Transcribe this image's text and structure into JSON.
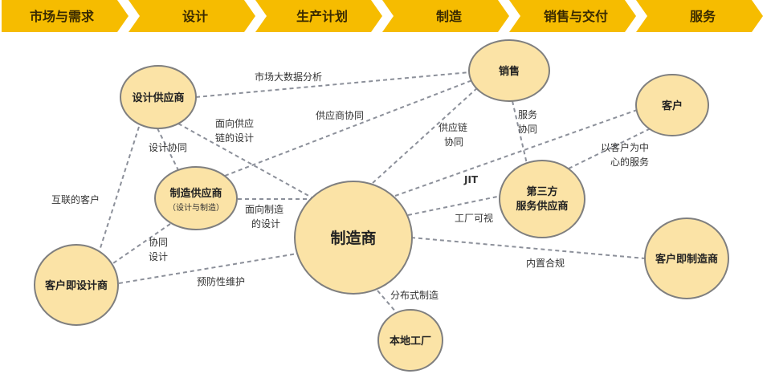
{
  "colors": {
    "chevron": "#F6BC00",
    "node_fill": "#FBE3A6",
    "node_stroke": "#7F7F7F",
    "edge": "#8C909A"
  },
  "stages": [
    "市场与需求",
    "设计",
    "生产计划",
    "制造",
    "销售与交付",
    "服务"
  ],
  "nodes": {
    "design_supplier": "设计供应商",
    "sales": "销售",
    "customer": "客户",
    "mfg_supplier": "制造供应商",
    "mfg_supplier_sub": "（设计与制造）",
    "manufacturer": "制造商",
    "third_party_1": "第三方",
    "third_party_2": "服务供应商",
    "customer_designer": "客户即设计商",
    "customer_manufacturer": "客户即制造商",
    "local_factory": "本地工厂"
  },
  "edges": {
    "market_bigdata": "市场大数据分析",
    "supplier_collab": "供应商协同",
    "dfsc_1": "面向供应",
    "dfsc_2": "链的设计",
    "design_collab": "设计协同",
    "connected_customer": "互联的客户",
    "dfm_1": "面向制造",
    "dfm_2": "的设计",
    "collab_design_1": "协同",
    "collab_design_2": "设计",
    "preventive": "预防性维护",
    "supply_chain_1": "供应链",
    "supply_chain_2": "协同",
    "jit": "JIT",
    "factory_visible": "工厂可视",
    "compliance": "内置合规",
    "distributed": "分布式制造",
    "service_collab_1": "服务",
    "service_collab_2": "协同",
    "customer_centric_1": "以客户为中",
    "customer_centric_2": "心的服务"
  }
}
